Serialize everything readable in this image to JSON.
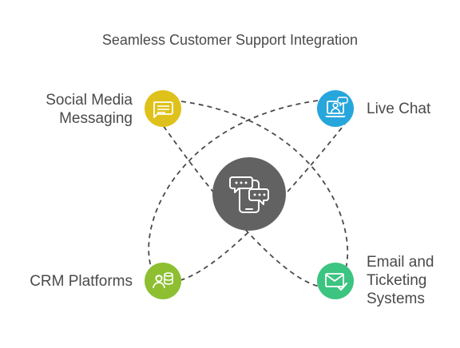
{
  "title": "Seamless Customer Support Integration",
  "center": {
    "icon": "chat-bubbles-phone-icon",
    "color": "#626262"
  },
  "nodes": [
    {
      "id": "social-media-messaging",
      "label_lines": [
        "Social Media",
        "Messaging"
      ],
      "color": "#dfc11b",
      "icon": "message-lines-icon"
    },
    {
      "id": "live-chat",
      "label_lines": [
        "Live Chat"
      ],
      "color": "#27a6dc",
      "icon": "laptop-agent-icon"
    },
    {
      "id": "crm-platforms",
      "label_lines": [
        "CRM Platforms"
      ],
      "color": "#8dbf31",
      "icon": "agent-database-icon"
    },
    {
      "id": "email-ticketing-systems",
      "label_lines": [
        "Email and",
        "Ticketing",
        "Systems"
      ],
      "color": "#3cc481",
      "icon": "envelope-check-icon"
    }
  ],
  "connector_style": "dashed"
}
